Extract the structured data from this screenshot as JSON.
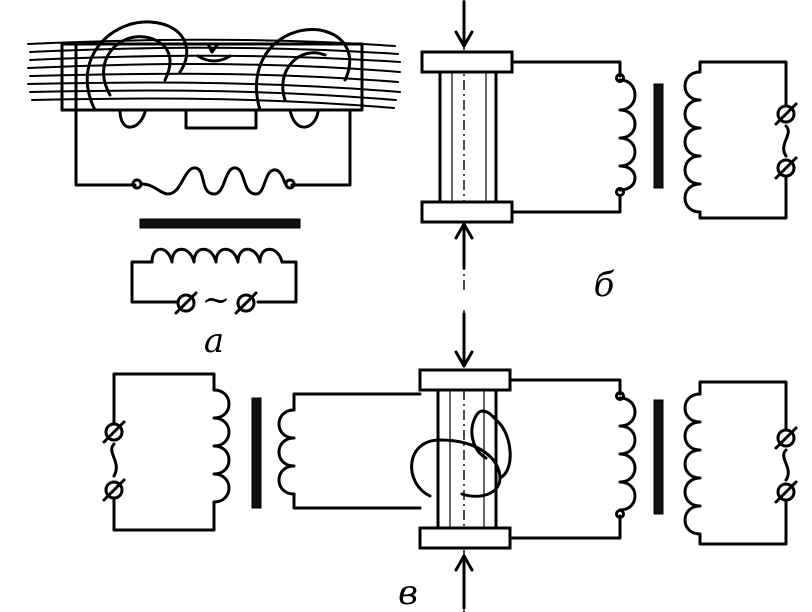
{
  "labels": {
    "a": "а",
    "b": "б",
    "v": "в"
  },
  "symbols": {
    "ac_source": "~"
  },
  "colors": {
    "line": "#000000",
    "background": "#ffffff"
  }
}
